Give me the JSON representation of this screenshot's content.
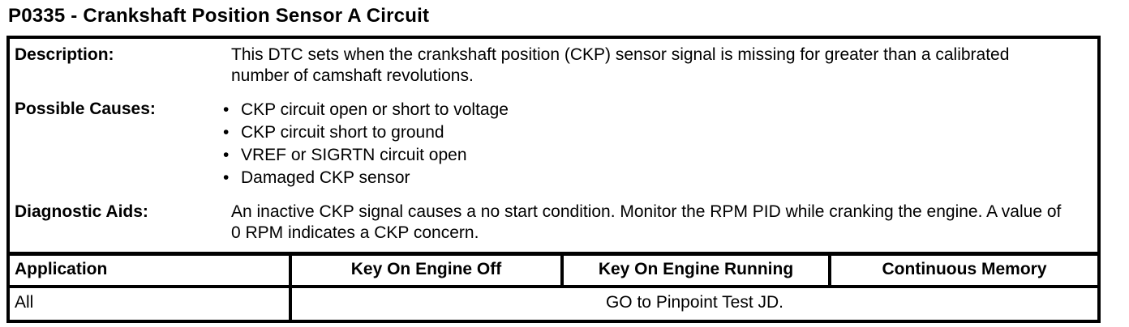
{
  "title": "P0335 - Crankshaft Position Sensor A Circuit",
  "info": {
    "description": {
      "label": "Description:",
      "text": "This DTC sets when the crankshaft position (CKP) sensor signal is missing for greater than a calibrated number of camshaft revolutions."
    },
    "possible_causes": {
      "label": "Possible Causes:",
      "items": [
        "CKP circuit open or short to voltage",
        "CKP circuit short to ground",
        "VREF or SIGRTN circuit open",
        "Damaged CKP sensor"
      ]
    },
    "diagnostic_aids": {
      "label": "Diagnostic Aids:",
      "text": "An inactive CKP signal causes a no start condition. Monitor the RPM PID while cranking the engine. A value of 0 RPM indicates a CKP concern."
    }
  },
  "table": {
    "headers": [
      "Application",
      "Key On Engine Off",
      "Key On Engine Running",
      "Continuous Memory"
    ],
    "row": {
      "application": "All",
      "action": "GO to Pinpoint Test JD."
    }
  },
  "colors": {
    "text": "#000000",
    "background": "#ffffff",
    "border": "#000000"
  }
}
